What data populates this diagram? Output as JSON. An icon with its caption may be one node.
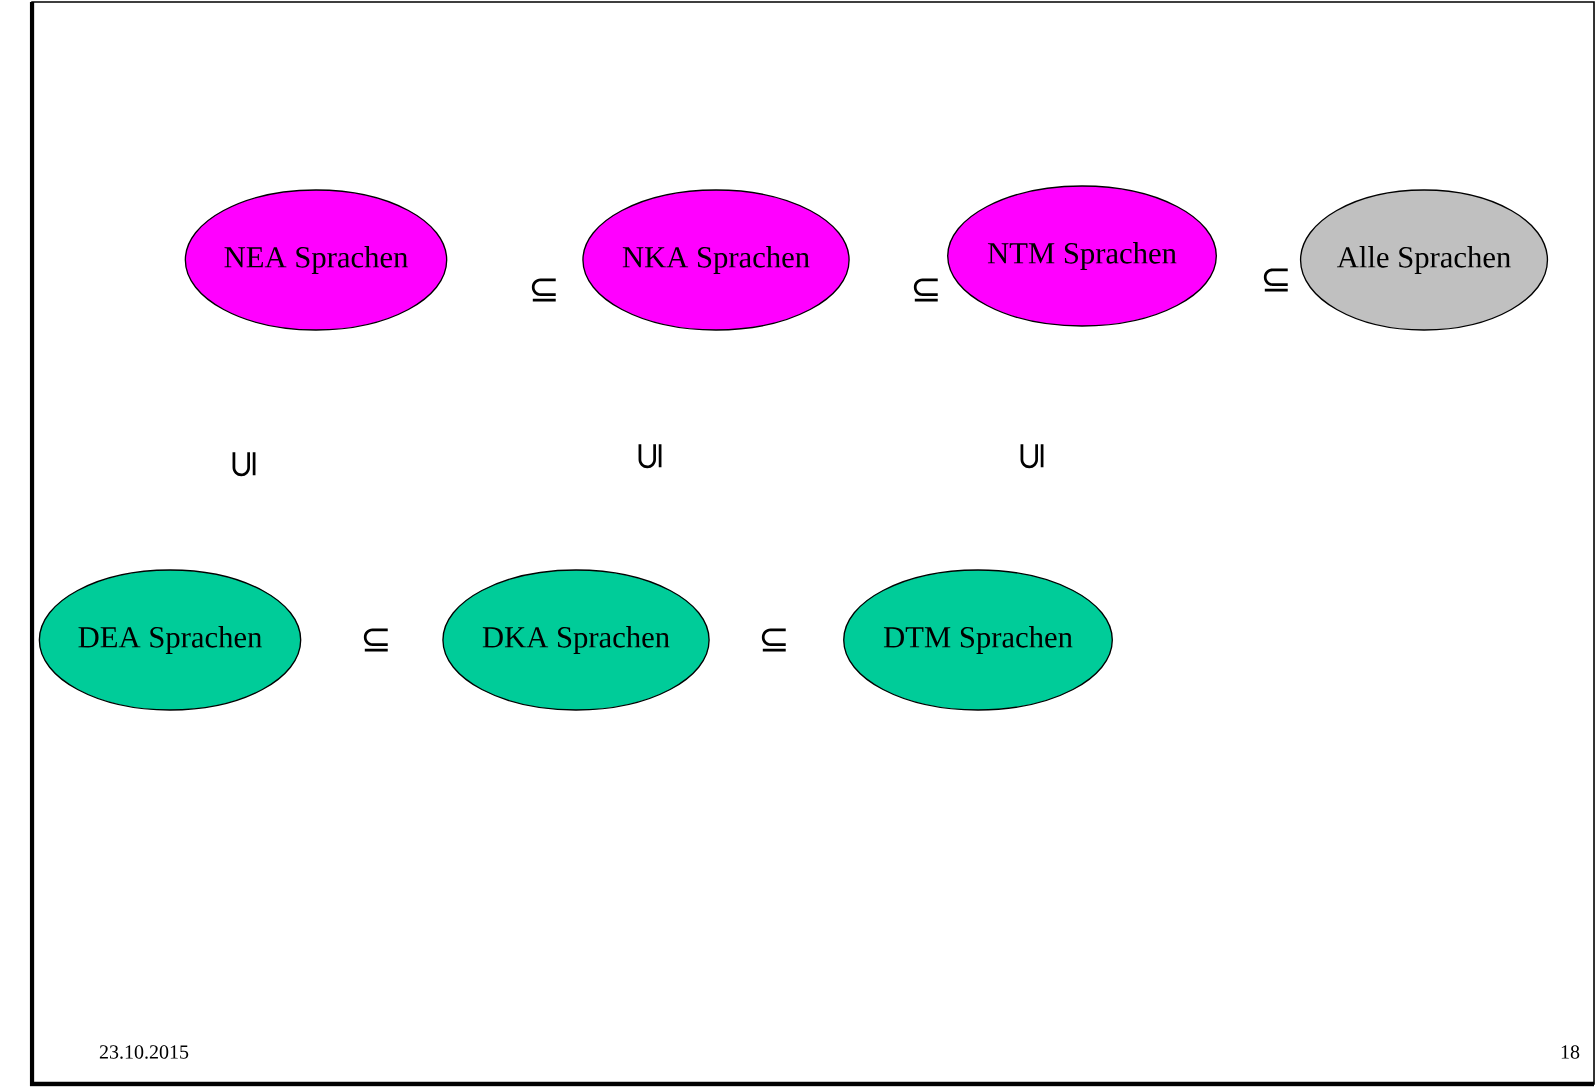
{
  "diagram": {
    "nodes": [
      {
        "text": [
          "NEA Sprachen"
        ]
      },
      {
        "text": [
          "NKA Sprachen"
        ]
      },
      {
        "text": [
          "NTM Sprachen"
        ]
      },
      {
        "text": [
          "Alle Sprachen"
        ]
      },
      {
        "text": [
          "DEA Sprachen"
        ]
      },
      {
        "text": [
          "DKA Sprachen"
        ]
      },
      {
        "text": [
          "DTM Sprachen"
        ]
      }
    ],
    "labels": [
      "⊆",
      "⊆",
      "⊆",
      "⊆",
      "⊆",
      "⊆",
      "⊆",
      "⊆",
      "23.10.2015",
      "18"
    ]
  }
}
